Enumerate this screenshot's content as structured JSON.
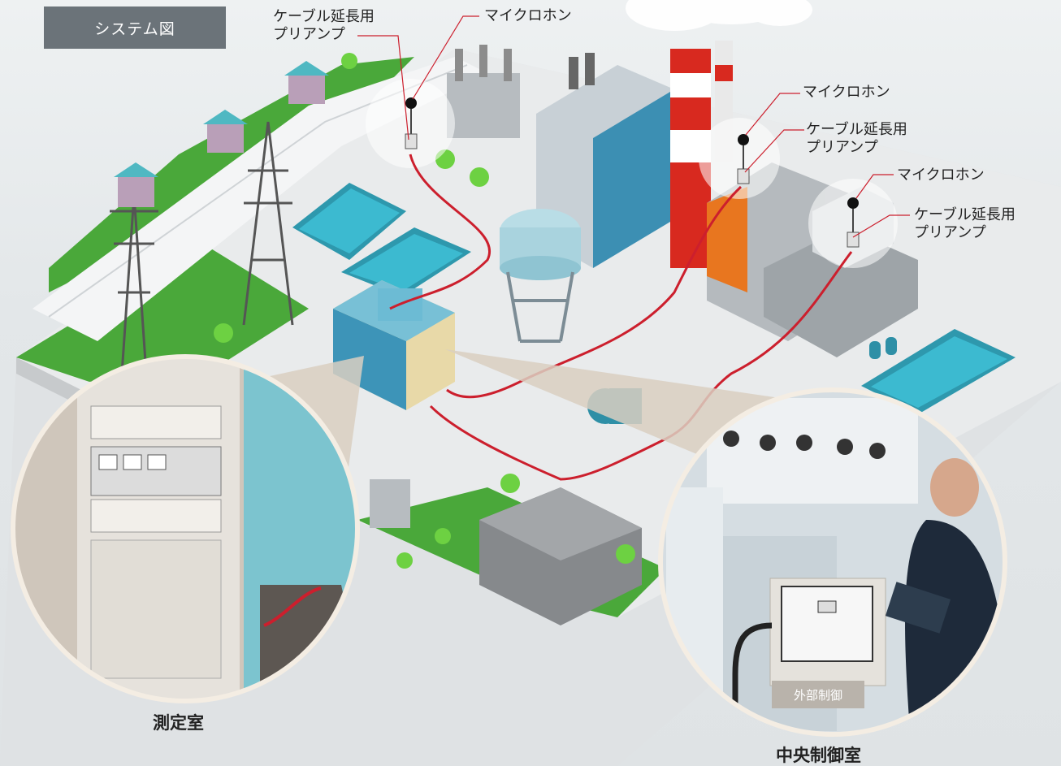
{
  "title_badge": "システム図",
  "callouts": {
    "preamp_1": [
      "ケーブル延長用",
      "プリアンプ"
    ],
    "mic_1": "マイクロホン",
    "mic_2": "マイクロホン",
    "preamp_2": [
      "ケーブル延長用",
      "プリアンプ"
    ],
    "mic_3": "マイクロホン",
    "preamp_3": [
      "ケーブル延長用",
      "プリアンプ"
    ]
  },
  "insets": {
    "measurement_room": "測定室",
    "control_room": "中央制御室",
    "external_control": "外部制御"
  },
  "colors": {
    "badge": "#6b7379",
    "cable": "#cc1f2d",
    "grass": "#4aa83a",
    "water": "#36b1c6",
    "road": "#f2f3f4"
  }
}
